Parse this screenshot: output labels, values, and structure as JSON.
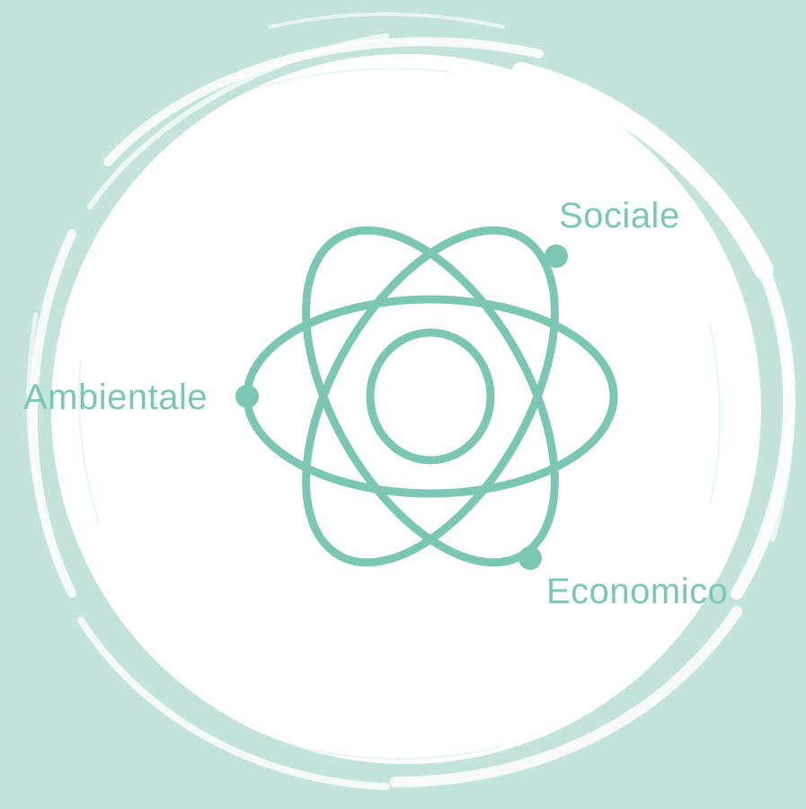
{
  "colors": {
    "background": "#c4e4db",
    "brush_circle": "#ffffff",
    "accent": "#7cc7b3"
  },
  "diagram": {
    "icon": "atom-icon",
    "labels": {
      "sociale": "Sociale",
      "ambientale": "Ambientale",
      "economico": "Economico"
    }
  }
}
